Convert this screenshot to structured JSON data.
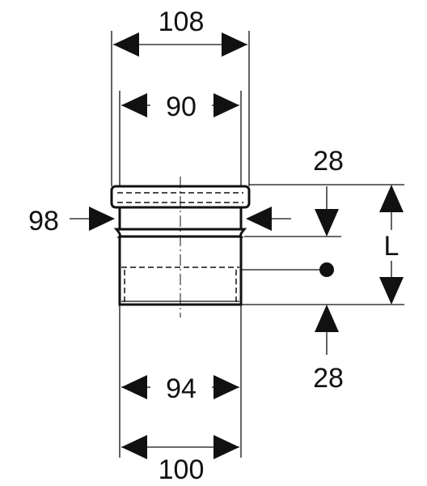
{
  "dimensions": {
    "top_outer": "108",
    "top_inner": "90",
    "left_ring": "98",
    "bottom_inner": "94",
    "bottom_outer": "100",
    "right_top": "28",
    "right_bottom": "28",
    "length": "L"
  }
}
